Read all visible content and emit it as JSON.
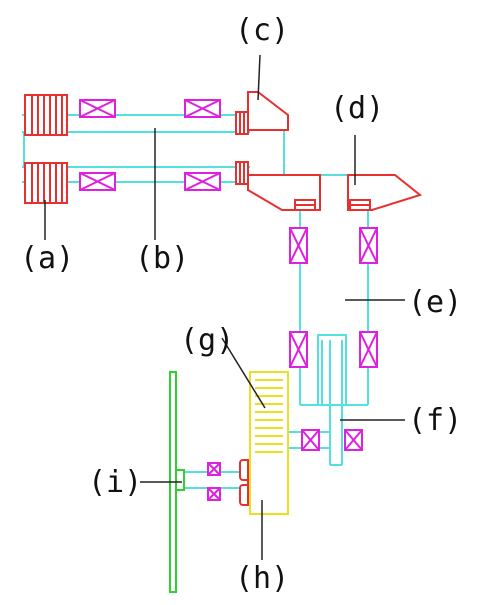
{
  "labels": {
    "a": "(a)",
    "b": "(b)",
    "c": "(c)",
    "d": "(d)",
    "e": "(e)",
    "f": "(f)",
    "g": "(g)",
    "h": "(h)",
    "i": "(i)"
  },
  "colors": {
    "shaft": "#55e0e0",
    "bearing": "#e020e0",
    "gear": "#e83030",
    "rack": "#e8e020",
    "wheel": "#30d030",
    "leader": "#222222"
  }
}
